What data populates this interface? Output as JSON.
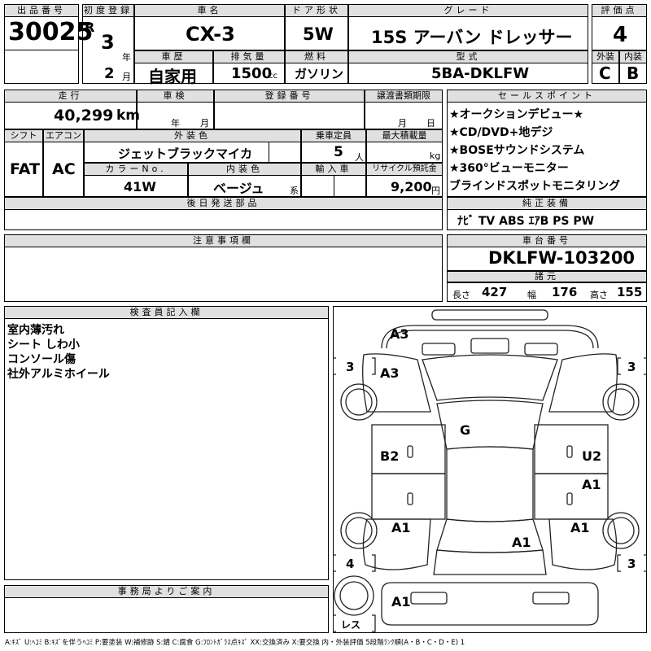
{
  "header": {
    "lot_no_label": "出品番号",
    "lot_no": "30025",
    "first_reg_label": "初度登録",
    "era": "R",
    "year_num": "3",
    "year_unit": "年",
    "month_num": "2",
    "month_unit": "月",
    "car_name_label": "車名",
    "car_name": "CX-3",
    "door_label": "ドア形状",
    "door": "5W",
    "grade_label": "グレード",
    "grade": "15S アーバン ドレッサー",
    "score_label": "評価点",
    "score": "4",
    "history_label": "車歴",
    "history": "自家用",
    "displacement_label": "排気量",
    "displacement": "1500",
    "displacement_unit": "cc",
    "fuel_label": "燃料",
    "fuel": "ガソリン",
    "model_label": "型式",
    "model": "5BA-DKLFW",
    "exterior_label": "外装",
    "exterior_grade": "C",
    "interior_label": "内装",
    "interior_grade": "B"
  },
  "row2": {
    "mileage_label": "走行",
    "mileage": "40,299",
    "mileage_unit": "km",
    "inspection_label": "車検",
    "year_unit": "年",
    "month_unit": "月",
    "reg_no_label": "登録番号",
    "transfer_label": "譲渡書類期限",
    "shift_label": "シフト",
    "shift": "FAT",
    "ac_label": "エアコン",
    "ac": "AC",
    "ext_color_label": "外装色",
    "ext_color": "ジェットブラックマイカ",
    "capacity_label": "乗車定員",
    "capacity": "5",
    "capacity_unit": "人",
    "max_load_label": "最大積載量",
    "max_load_unit": "kg",
    "color_no_label": "カラーNo.",
    "color_no": "41W",
    "int_color_label": "内装色",
    "int_color": "ベージュ",
    "int_color_unit": "系",
    "import_label": "輸入車",
    "recycle_label": "リサイクル預託金",
    "recycle": "9,200",
    "recycle_unit": "円",
    "later_parts_label": "後日発送部品"
  },
  "sales_points": {
    "label": "セールスポイント",
    "lines": [
      "★オークションデビュー★",
      "★CD/DVD+地デジ",
      "★BOSEサウンドシステム",
      "★360°ビューモニター",
      "ブラインドスポットモニタリング"
    ]
  },
  "equipment": {
    "label": "純正装備",
    "value": "ﾅﾋﾞ TV ABS ｴｱB PS PW"
  },
  "notes": {
    "label": "注意事項欄"
  },
  "chassis": {
    "label": "車台番号",
    "value": "DKLFW-103200",
    "spec_label": "諸元",
    "length_label": "長さ",
    "length": "427",
    "width_label": "幅",
    "width": "176",
    "height_label": "高さ",
    "height": "155"
  },
  "inspector": {
    "label": "検査員記入欄",
    "lines": [
      "室内薄汚れ",
      "シート しわ小",
      "コンソール傷",
      "社外アルミホイール"
    ]
  },
  "office": {
    "label": "事務局よりご案内"
  },
  "diagram": {
    "marks": {
      "front_bumper": "A3",
      "hood": "A3",
      "windshield": "G",
      "left_front_door": "B2",
      "right_front_door": "U2",
      "right_rear_door": "A1",
      "left_rear_fender": "A1",
      "right_rear_fender": "A1",
      "trunk": "A1",
      "rear_bumper": "A1"
    },
    "tires": {
      "front_left": "3",
      "front_right": "3",
      "rear_left": "4",
      "rear_right": "3",
      "spare": "レス"
    }
  },
  "legend": "A:ｷｽﾞ U:ﾍｺﾐ B:ｷｽﾞを伴うﾍｺﾐ P:要塗装 W:補修跡 S:錆 C:腐食 G:ﾌﾛﾝﾄｶﾞﾗｽ点ｷｽﾞ XX:交換済み X:要交換 内・外装評価 5段階ﾗﾝｸ順(A・B・C・D・E) 1"
}
